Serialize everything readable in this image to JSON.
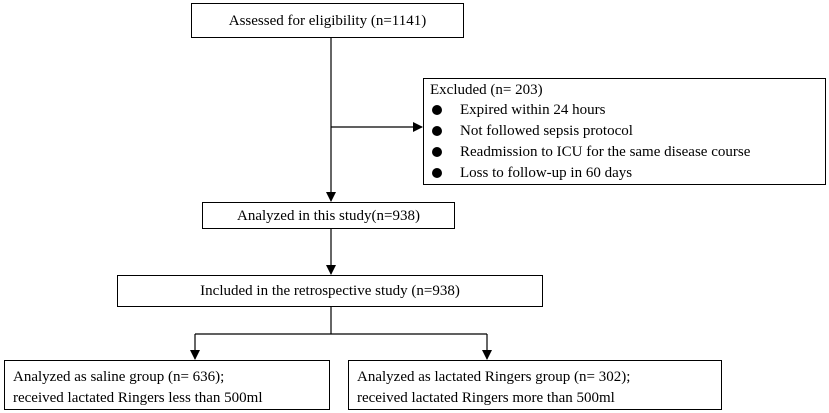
{
  "flowchart": {
    "assessed": "Assessed for eligibility  (n=1141)",
    "excluded": {
      "title": "Excluded (n= 203)",
      "items": [
        "Expired within 24 hours",
        "Not followed sepsis protocol",
        "Readmission to ICU for the same disease course",
        "Loss to follow-up in 60 days"
      ]
    },
    "analyzed": "Analyzed in this study(n=938)",
    "included": "Included in the retrospective study (n=938)",
    "saline_group": {
      "line1": "Analyzed as saline group (n= 636);",
      "line2": "received lactated Ringers less than 500ml"
    },
    "ringers_group": {
      "line1": "Analyzed as lactated Ringers group (n= 302);",
      "line2": "received lactated Ringers more than 500ml"
    }
  }
}
